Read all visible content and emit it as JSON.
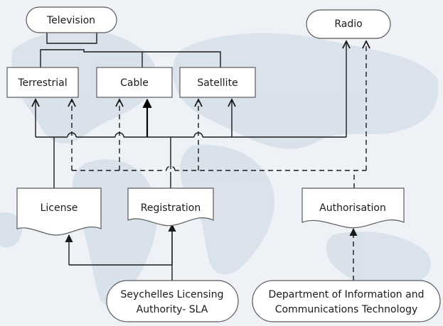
{
  "nodes": {
    "television": "Television",
    "radio": "Radio",
    "terrestrial": "Terrestrial",
    "cable": "Cable",
    "satellite": "Satellite",
    "license": "License",
    "registration": "Registration",
    "authorisation": "Authorisation",
    "sla_line1": "Seychelles Licensing",
    "sla_line2": "Authority- SLA",
    "dict_line1": "Department of Information and",
    "dict_line2": "Communications Technology"
  },
  "colors": {
    "background": "#eef2f6",
    "map": "#d7e0ea",
    "node_fill": "#ffffff",
    "node_border": "#5a5a5a",
    "line": "#1a1a1a"
  }
}
